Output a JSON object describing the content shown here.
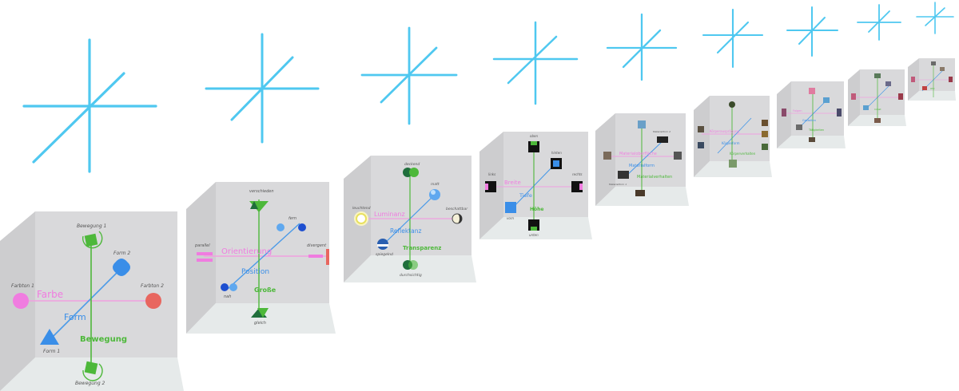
{
  "colors": {
    "star": "#4fc8f0",
    "cube_back": "#d9d9db",
    "cube_side": "#c8c8ca",
    "cube_floor": "#e6eaea",
    "pink": "#f07ce0",
    "blue": "#3a8ee8",
    "green": "#4db83a",
    "red": "#e8665f",
    "dark_blue": "#1e4fd0",
    "dark_green": "#1f6e3c"
  },
  "cube1": {
    "farbe": "Farbe",
    "form": "Form",
    "bewegung": "Bewegung",
    "farbton1": "Farbton 1",
    "farbton2": "Farbton 2",
    "form1": "Form 1",
    "form2": "Form 2",
    "bewegung1": "Bewegung 1",
    "bewegung2": "Bewegung 2"
  },
  "cube2": {
    "orientierung": "Orientierung",
    "position": "Position",
    "grosse": "Große",
    "parallel": "parallel",
    "divergent": "divergent",
    "verschieden": "verschieden",
    "gleich": "gleich",
    "fern": "fern",
    "nah": "nah"
  },
  "cube3": {
    "luminanz": "Luminanz",
    "reflektanz": "Reflektanz",
    "transparenz": "Transparenz",
    "leuchtend": "leuchtend",
    "beschattbar": "beschattbar",
    "deckend": "deckend",
    "durchsichtig": "durchsichtig",
    "matt": "matt",
    "spiegelnd": "spiegelnd"
  },
  "cube4": {
    "breite": "Breite",
    "tiefe": "Tiefe",
    "hohe": "Höhe",
    "oben": "oben",
    "unten": "unten",
    "links": "links",
    "rechts": "rechts",
    "hinten": "hinten",
    "vorn": "vorn"
  },
  "cube5": {
    "oberflache": "Materialoberfläche",
    "form": "Materialform",
    "verhalten": "Materialverhalten",
    "material1": "Materialform 1",
    "material2": "Materialform 2"
  },
  "cube6": {
    "ausprägung": "Körperausprägung",
    "form": "Körperform",
    "verhalten": "Körperverhalten"
  },
  "cube7": {
    "a": "Folgen",
    "b": "Gestalten",
    "c": "Tätigkeiten"
  },
  "cube8": {
    "a": "Inhalt"
  },
  "cube9": {
    "a": "Wirk"
  }
}
